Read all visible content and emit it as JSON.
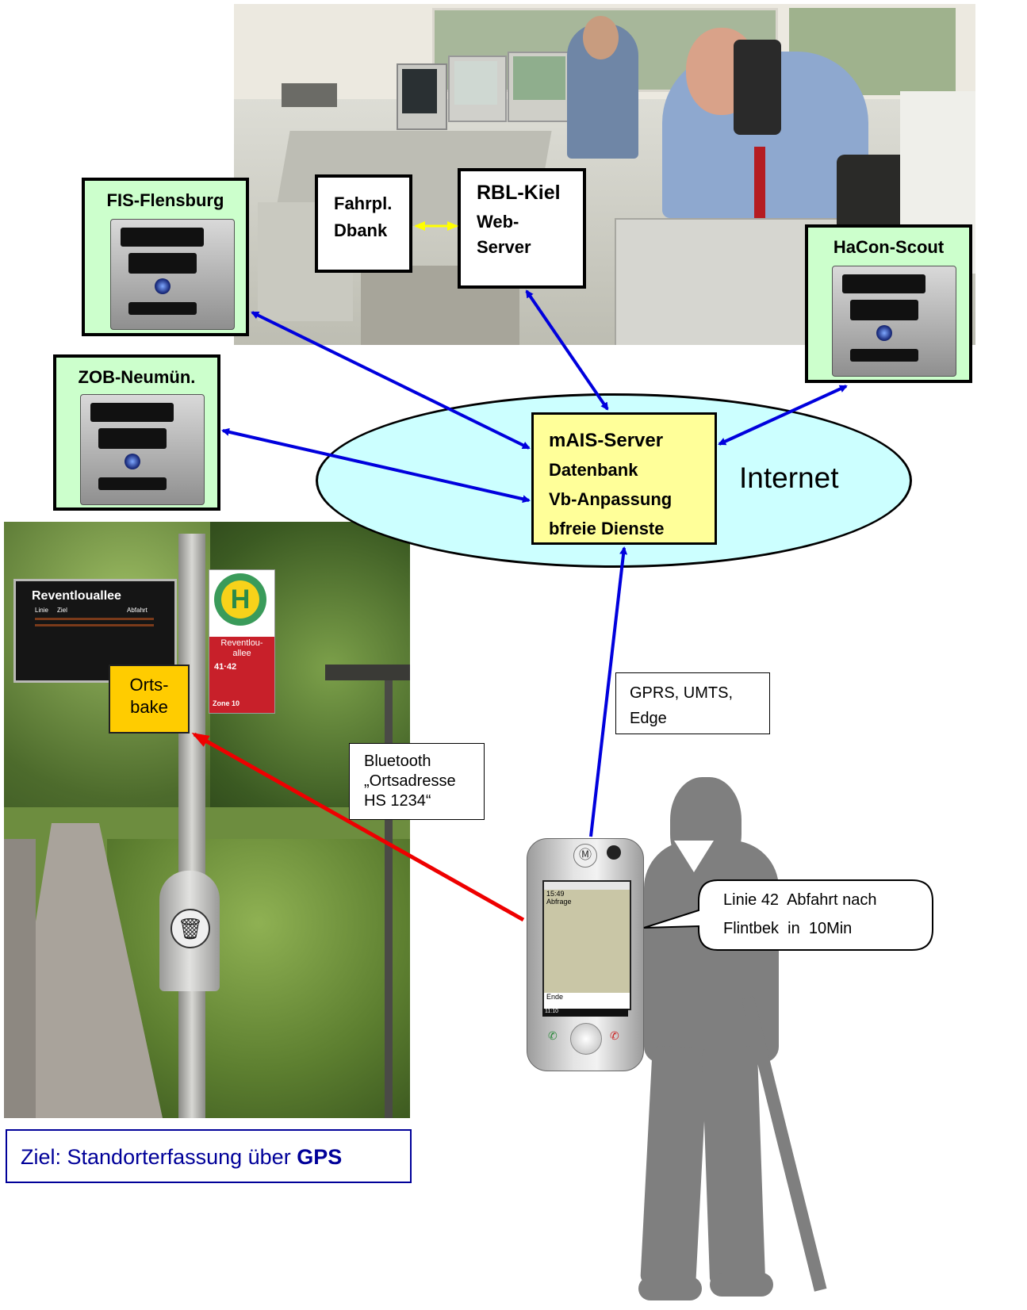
{
  "servers": {
    "flensburg": "FIS-Flensburg",
    "neumuenster": "ZOB-Neumün.",
    "hacon": "HaCon-Scout"
  },
  "fahrplan": {
    "line1": "Fahrpl.",
    "line2": "Dbank"
  },
  "rbl": {
    "title": "RBL-Kiel",
    "line1": "Web-",
    "line2": "Server"
  },
  "mais": {
    "line1": "mAIS-Server",
    "line2": "Datenbank",
    "line3": "Vb-Anpassung",
    "line4": "bfreie Dienste"
  },
  "internet_label": "Internet",
  "gprs": {
    "line1": "GPRS, UMTS,",
    "line2": "Edge"
  },
  "bluetooth": {
    "line1": "Bluetooth",
    "line2": "„Ortsadresse",
    "line3": "HS 1234“"
  },
  "ortsbake": {
    "line1": "Orts-",
    "line2": "bake"
  },
  "speech": {
    "line1": "Linie 42  Abfahrt nach",
    "line2": "Flintbek  in  10Min"
  },
  "goal": {
    "prefix": "Ziel: Standorterfassung über ",
    "emphasis": "GPS"
  },
  "bus_stop_sign": {
    "display_title": "Reventlouallee",
    "col_linie": "Linie",
    "col_ziel": "Ziel",
    "col_abfahrt": "Abfahrt",
    "stop_name_1": "Reventlou-",
    "stop_name_2": "allee",
    "lines": "41·42",
    "zone": "Zone 10",
    "logo_letter": "H"
  },
  "phone": {
    "time": "15:49",
    "menu": "Abfrage",
    "softkey": "Ende",
    "status_time": "11:10"
  },
  "colors": {
    "server_bg": "#ccffcc",
    "mais_bg": "#ffff99",
    "internet_fill": "#ccffff",
    "ortsbake_bg": "#ffcc00",
    "link_arrow": "#0000dd",
    "bluetooth_arrow": "#ee0000",
    "db_link_arrow": "#ffff00",
    "goal_text": "#000099"
  }
}
